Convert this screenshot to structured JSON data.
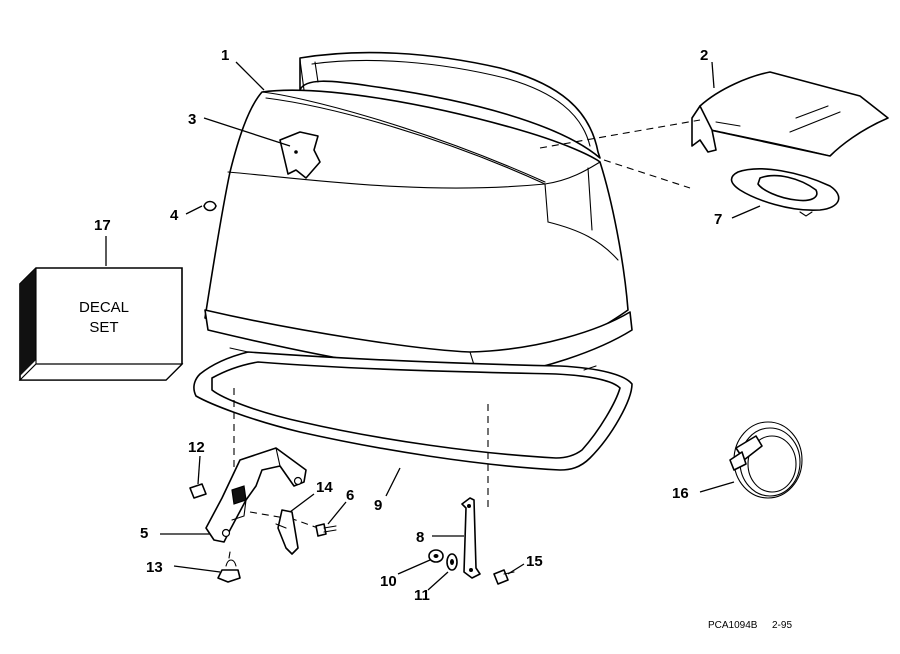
{
  "callouts": [
    {
      "id": "1",
      "label": "1"
    },
    {
      "id": "2",
      "label": "2"
    },
    {
      "id": "3",
      "label": "3"
    },
    {
      "id": "4",
      "label": "4"
    },
    {
      "id": "5",
      "label": "5"
    },
    {
      "id": "6",
      "label": "6"
    },
    {
      "id": "7",
      "label": "7"
    },
    {
      "id": "8",
      "label": "8"
    },
    {
      "id": "9",
      "label": "9"
    },
    {
      "id": "10",
      "label": "10"
    },
    {
      "id": "11",
      "label": "11"
    },
    {
      "id": "12",
      "label": "12"
    },
    {
      "id": "13",
      "label": "13"
    },
    {
      "id": "14",
      "label": "14"
    },
    {
      "id": "15",
      "label": "15"
    },
    {
      "id": "16",
      "label": "16"
    },
    {
      "id": "17",
      "label": "17"
    }
  ],
  "decal_box": {
    "line1": "DECAL",
    "line2": "SET"
  },
  "footer": {
    "ref_code": "PCA1094B",
    "date": "2-95"
  }
}
